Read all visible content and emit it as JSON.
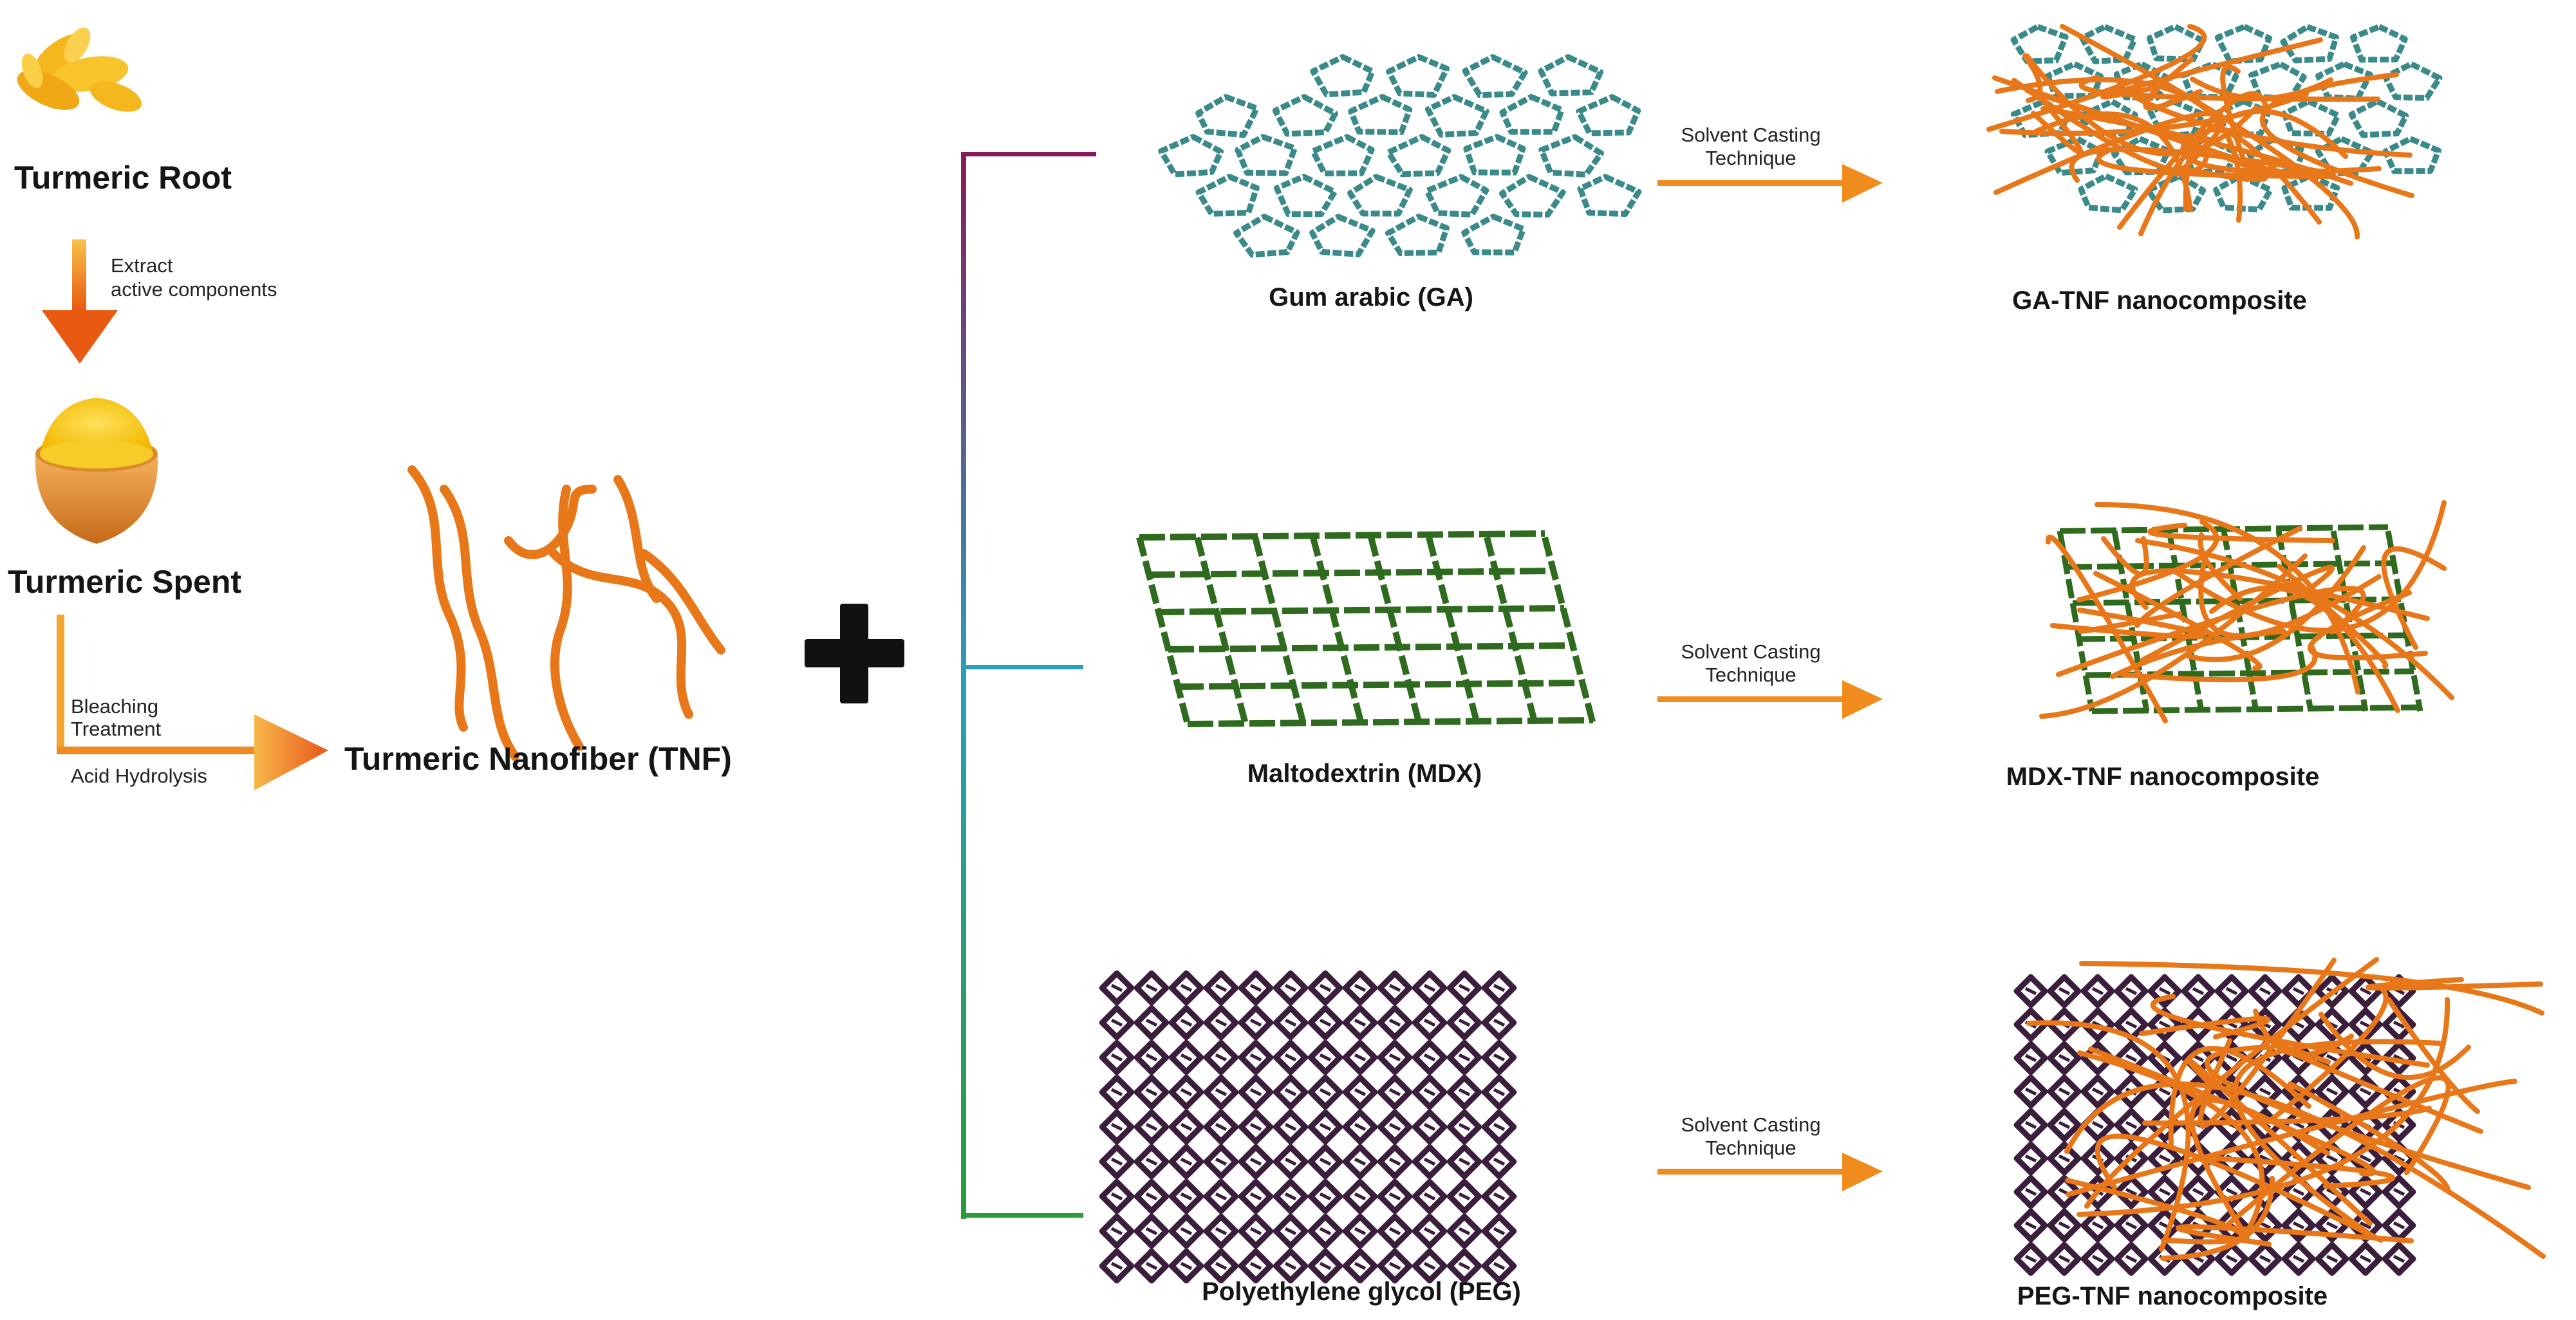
{
  "labels": {
    "turmeric_root": "Turmeric Root",
    "extract_line1": "Extract",
    "extract_line2": "active components",
    "turmeric_spent": "Turmeric Spent",
    "bleaching_line1": "Bleaching",
    "bleaching_line2": "Treatment",
    "acid_hydrolysis": "Acid Hydrolysis",
    "tnf": "Turmeric Nanofiber (TNF)",
    "ga": "Gum arabic (GA)",
    "mdx": "Maltodextrin (MDX)",
    "peg": "Polyethylene glycol (PEG)",
    "solvent_line1": "Solvent Casting",
    "solvent_line2": "Technique",
    "ga_tnf": "GA-TNF nanocomposite",
    "mdx_tnf": "MDX-TNF nanocomposite",
    "peg_tnf": "PEG-TNF nanocomposite"
  },
  "colors": {
    "fiber_orange": "#e8771a",
    "ga_teal": "#3a8a8a",
    "mdx_green": "#2f6b1f",
    "peg_purple": "#3a1e3c",
    "arrow_orange": "#f08c1e",
    "plus_black": "#111111",
    "branch_top": "#8a1a5a",
    "branch_mid": "#2aa0b8",
    "branch_bottom": "#2a9a3a"
  }
}
